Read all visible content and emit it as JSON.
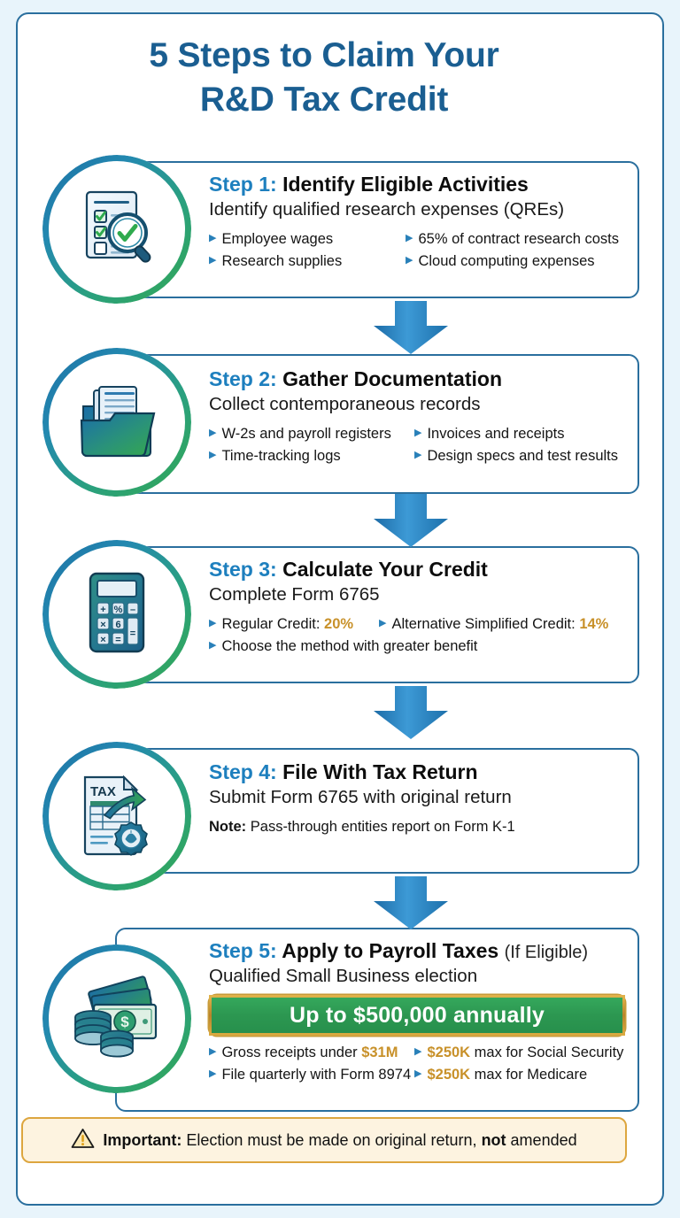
{
  "title": {
    "line1": "5 Steps to Claim Your",
    "line2": "R&D Tax Credit"
  },
  "colors": {
    "page_background": "#e8f4fb",
    "card_border": "#2a6f9e",
    "title": "#1a5e91",
    "step_label": "#1d7fbe",
    "bullet_marker": "#2980b9",
    "gold_highlight": "#c8912a",
    "banner_green": "#2c9751",
    "banner_border_gold": "#c79b3a",
    "arrow_blue": "#2a82c4",
    "important_bg": "#fdf3e0",
    "important_border": "#dda63f"
  },
  "steps": [
    {
      "label": "Step 1:",
      "title": "Identify Eligible Activities",
      "suffix": "",
      "subtitle": "Identify qualified research expenses (QREs)",
      "icon": "checklist-magnifier-icon",
      "bullets": [
        "Employee wages",
        "65% of contract research costs",
        "Research supplies",
        "Cloud computing expenses"
      ]
    },
    {
      "label": "Step 2:",
      "title": "Gather Documentation",
      "suffix": "",
      "subtitle": "Collect contemporaneous records",
      "icon": "folder-documents-icon",
      "bullets": [
        "W-2s and payroll registers",
        "Invoices and receipts",
        "Time-tracking logs",
        "Design specs and test results"
      ]
    },
    {
      "label": "Step 3:",
      "title": "Calculate Your Credit",
      "suffix": "",
      "subtitle": "Complete Form 6765",
      "icon": "calculator-icon",
      "bullets_rich": [
        {
          "text": "Regular Credit: ",
          "highlight": "20%"
        },
        {
          "text": "Alternative Simplified Credit: ",
          "highlight": "14%"
        },
        {
          "text": "Choose the method with greater benefit",
          "highlight": ""
        }
      ]
    },
    {
      "label": "Step 4:",
      "title": "File With Tax Return",
      "suffix": "",
      "subtitle": "Submit Form 6765 with original return",
      "icon": "tax-document-seal-icon",
      "note_label": "Note:",
      "note_text": " Pass-through entities report on Form K-1"
    },
    {
      "label": "Step 5:",
      "title": "Apply to Payroll Taxes",
      "suffix": "(If Eligible)",
      "subtitle": "Qualified Small Business election",
      "icon": "cash-coins-icon",
      "banner": "Up to $500,000 annually",
      "bullets_rich": [
        {
          "pre": "Gross receipts under ",
          "highlight": "$31M",
          "post": ""
        },
        {
          "pre": "",
          "highlight": "$250K",
          "post": " max for Social Security"
        },
        {
          "pre": "File quarterly with Form 8974",
          "highlight": "",
          "post": ""
        },
        {
          "pre": "",
          "highlight": "$250K",
          "post": " max for Medicare"
        }
      ]
    }
  ],
  "important": {
    "icon": "warning-triangle-icon",
    "label": "Important:",
    "text_before": " Election must be made on original return, ",
    "bold_word": "not",
    "text_after": " amended"
  },
  "bullet_marker_glyph": "▶"
}
